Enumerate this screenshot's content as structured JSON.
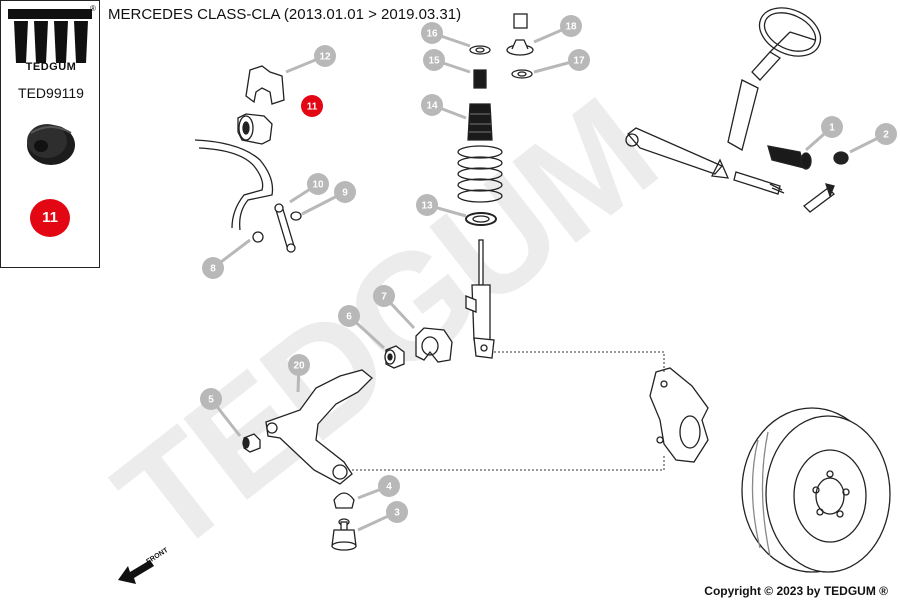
{
  "brand": {
    "name": "TEDGUM",
    "registered": "®"
  },
  "part_number": "TED99119",
  "highlighted_part": "11",
  "title": "MERCEDES CLASS-CLA (2013.01.01 > 2019.03.31)",
  "watermark": "TEDGUM",
  "front_label": "FRONT",
  "copyright": "Copyright © 2023 by TEDGUM ®",
  "callouts": [
    "1",
    "2",
    "3",
    "4",
    "5",
    "6",
    "7",
    "8",
    "9",
    "10",
    "11",
    "12",
    "13",
    "14",
    "15",
    "16",
    "17",
    "18",
    "20"
  ],
  "colors": {
    "highlight": "#e30613",
    "callout": "#b8b8b8",
    "watermark": "#ececec"
  }
}
